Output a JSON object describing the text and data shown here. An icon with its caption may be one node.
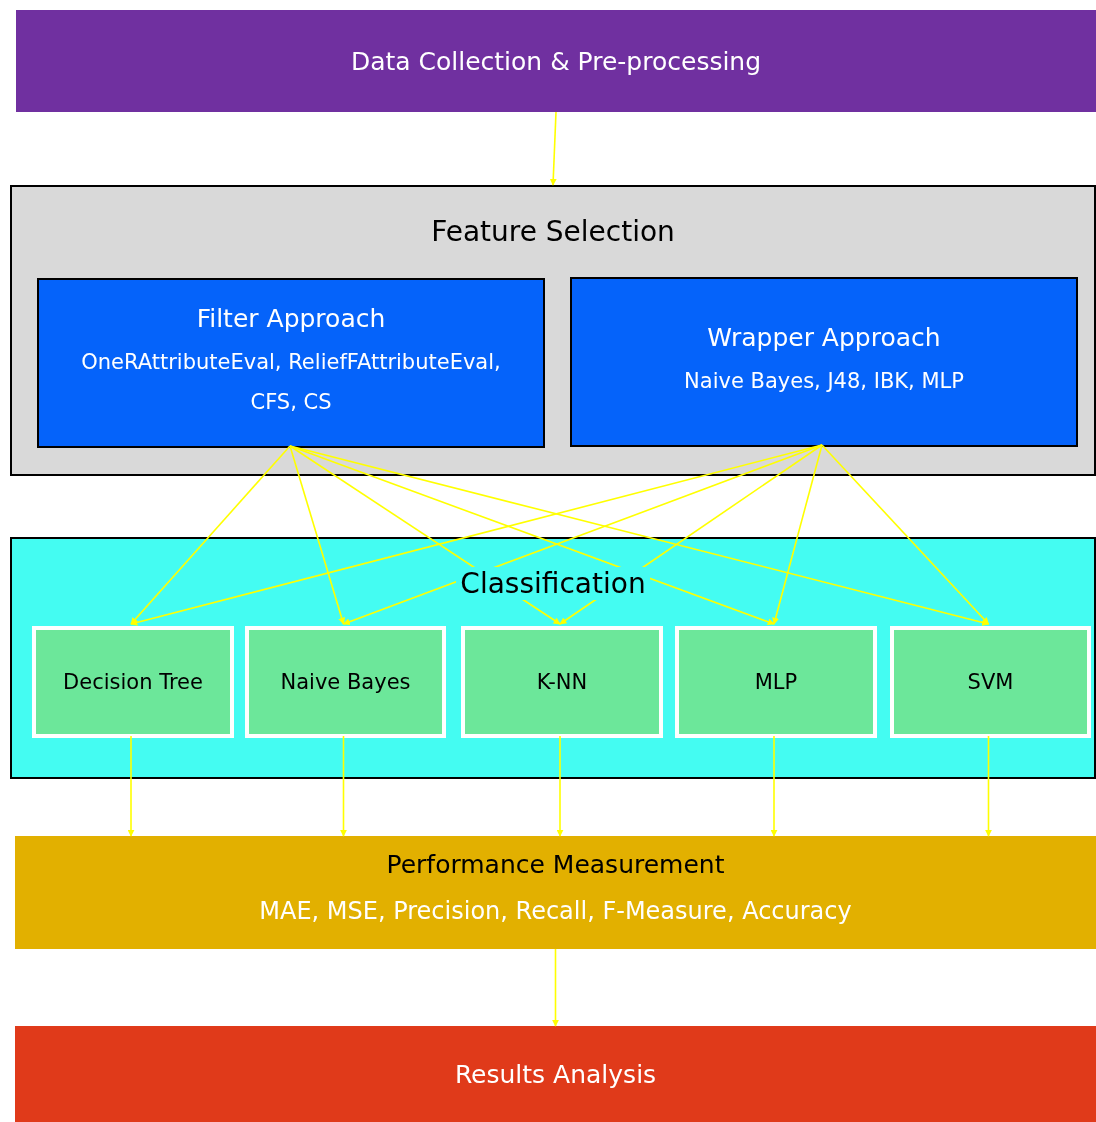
{
  "diagram": {
    "nodes": [
      {
        "text": [
          "Data Collection & Pre-processing"
        ]
      },
      {
        "text": [
          "Feature Selection"
        ]
      },
      {
        "text": [
          "Filter Approach",
          "OneRAttributeEval, ReliefFAttributeEval, CFS, CS"
        ],
        "in": 1
      },
      {
        "text": [
          "Wrapper Approach",
          "Naive Bayes, J48, IBK, MLP"
        ],
        "in": 1
      },
      {
        "text": [
          "Classification"
        ]
      },
      {
        "text": [
          "Decision Tree"
        ],
        "in": 4
      },
      {
        "text": [
          "Naive Bayes"
        ],
        "in": 4
      },
      {
        "text": [
          "K-NN"
        ],
        "in": 4
      },
      {
        "text": [
          "MLP"
        ],
        "in": 4
      },
      {
        "text": [
          "SVM"
        ],
        "in": 4
      },
      {
        "text": [
          "Performance Measurement",
          "MAE, MSE, Precision, Recall, F-Measure, Accuracy"
        ]
      },
      {
        "text": [
          "Results Analysis"
        ]
      }
    ],
    "edges": [
      {
        "from": 0,
        "to": 1,
        "arrow": "to"
      },
      {
        "from": 2,
        "to": 5,
        "arrow": "to"
      },
      {
        "from": 2,
        "to": 6,
        "arrow": "to"
      },
      {
        "from": 2,
        "to": 7,
        "arrow": "to"
      },
      {
        "from": 2,
        "to": 8,
        "arrow": "to"
      },
      {
        "from": 2,
        "to": 9,
        "arrow": "to"
      },
      {
        "from": 3,
        "to": 5,
        "arrow": "to"
      },
      {
        "from": 3,
        "to": 6,
        "arrow": "to"
      },
      {
        "from": 3,
        "to": 7,
        "arrow": "to"
      },
      {
        "from": 3,
        "to": 8,
        "arrow": "to"
      },
      {
        "from": 3,
        "to": 9,
        "arrow": "to"
      },
      {
        "from": 5,
        "to": 10,
        "arrow": "to"
      },
      {
        "from": 6,
        "to": 10,
        "arrow": "to"
      },
      {
        "from": 7,
        "to": 10,
        "arrow": "to"
      },
      {
        "from": 8,
        "to": 10,
        "arrow": "to"
      },
      {
        "from": 9,
        "to": 10,
        "arrow": "to"
      },
      {
        "from": 10,
        "to": 11,
        "arrow": "to"
      }
    ]
  }
}
